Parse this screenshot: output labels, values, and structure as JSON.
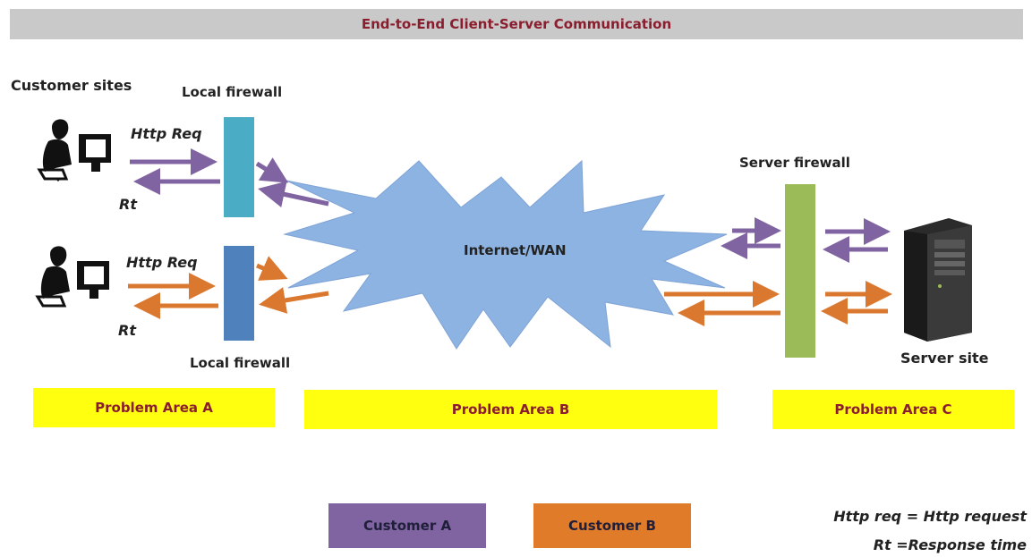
{
  "title": "End-to-End Client-Server Communication",
  "labels": {
    "customer_sites": "Customer sites",
    "local_firewall_top": "Local firewall",
    "local_firewall_bottom": "Local firewall",
    "server_firewall": "Server firewall",
    "internet": "Internet/WAN",
    "server_site": "Server site",
    "http_req_a": "Http Req",
    "rt_a": "Rt",
    "http_req_b": "Http Req",
    "rt_b": "Rt"
  },
  "problem_areas": [
    "Problem Area A",
    "Problem Area B",
    "Problem Area C"
  ],
  "legend": [
    {
      "label": "Customer A",
      "color": "#8064a2"
    },
    {
      "label": "Customer B",
      "color": "#e07b2a"
    }
  ],
  "notes": {
    "line1": "Http req = Http request",
    "line2": "Rt =Response time"
  },
  "colors": {
    "customer_a": "#8064a2",
    "customer_b": "#d9782e",
    "firewall_a": "#4bacc6",
    "firewall_b": "#4f81bd",
    "server_firewall": "#9bbb59",
    "cloud": "#8db3e2",
    "problem_fill": "#ffff0f",
    "title_text": "#8b1e2e"
  },
  "icons": [
    "person-at-computer-icon",
    "person-at-computer-icon",
    "server-tower-icon"
  ]
}
